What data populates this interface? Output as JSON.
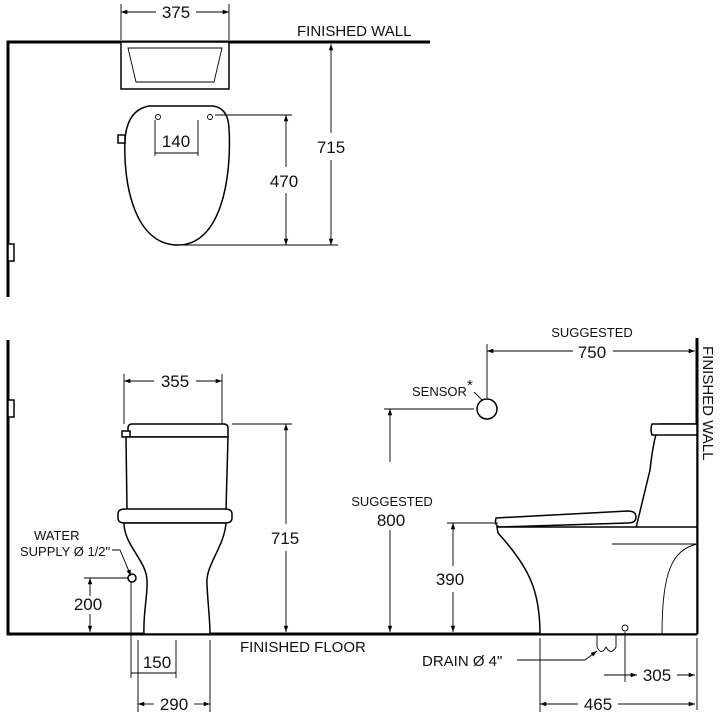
{
  "labels": {
    "finished_wall_top": "FINISHED WALL",
    "finished_wall_side": "FINISHED WALL",
    "finished_floor": "FINISHED FLOOR",
    "suggested_top": "SUGGESTED",
    "suggested_mid": "SUGGESTED",
    "sensor": "SENSOR",
    "sensor_mark": "*",
    "water_line1": "WATER",
    "water_line2": "SUPPLY Ø 1/2\"",
    "drain": "DRAIN Ø 4\""
  },
  "dimensions": {
    "tank_width_top": "375",
    "bolt_spacing": "140",
    "bowl_length": "470",
    "overall_depth": "715",
    "tank_width_front": "355",
    "overall_height": "715",
    "water_height": "200",
    "outlet_width": "150",
    "base_width": "290",
    "sensor_height": "800",
    "sensor_offset": "750",
    "seat_height": "390",
    "rough_in": "305",
    "drain_offset": "465"
  }
}
